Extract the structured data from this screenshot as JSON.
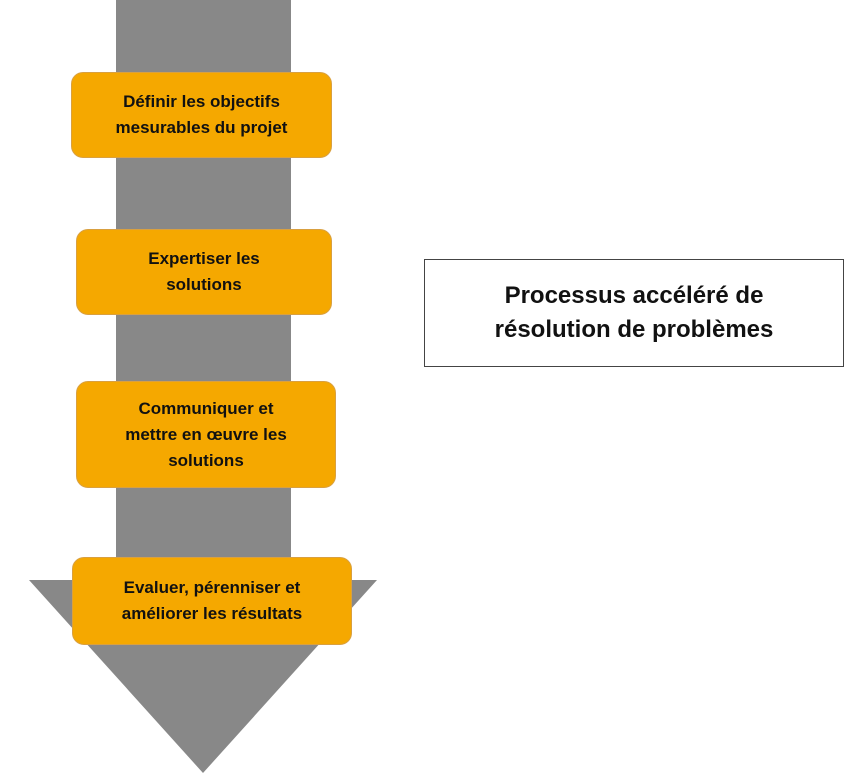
{
  "diagram": {
    "title": "Processus accéléré de\nrésolution de problèmes",
    "steps": [
      {
        "label": "Définir les objectifs\nmesurables du projet"
      },
      {
        "label": "Expertiser les\nsolutions"
      },
      {
        "label": "Communiquer et\nmettre en œuvre les\nsolutions"
      },
      {
        "label": "Evaluer, pérenniser et\naméliorer les résultats"
      }
    ],
    "colors": {
      "step_fill": "#f5a800",
      "arrow": "#888888"
    }
  }
}
